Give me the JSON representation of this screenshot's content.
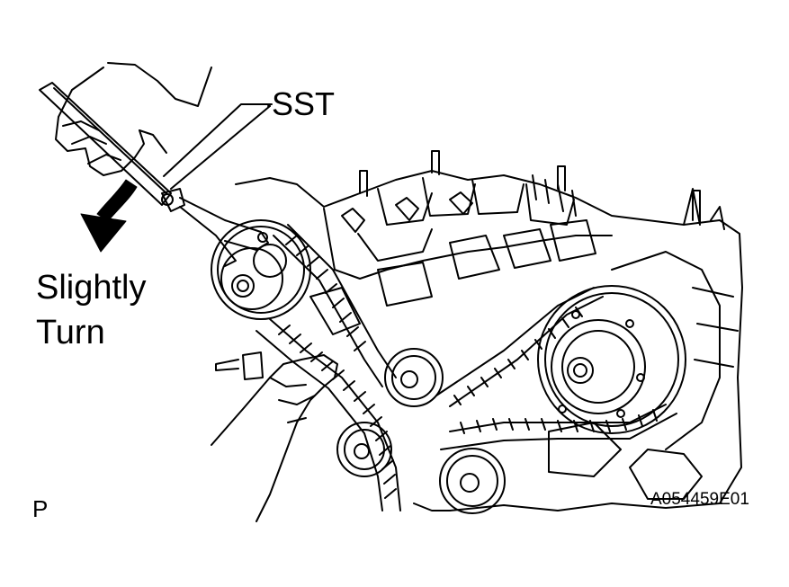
{
  "labels": {
    "tool": "SST",
    "direction_line1": "Slightly",
    "direction_line2": "Turn",
    "corner_mark": "P",
    "figure_code": "A054459E01"
  },
  "colors": {
    "line": "#000000",
    "background": "#ffffff"
  },
  "icons": {
    "arrow": "curved-arrow-down-icon"
  }
}
